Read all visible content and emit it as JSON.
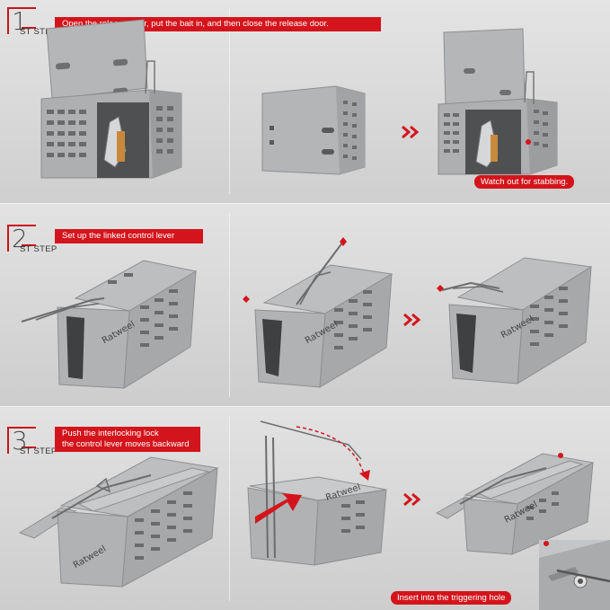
{
  "steps": [
    {
      "number": "1",
      "label": "ST STEP",
      "instruction": "Open the release door, put the bait in, and then close the release door.",
      "callout": "Watch out for stabbing."
    },
    {
      "number": "2",
      "label": "ST STEP",
      "instruction": "Set up the linked control lever"
    },
    {
      "number": "3",
      "label": "ST STEP",
      "instruction_line1": "Push the interlocking lock",
      "instruction_line2": "the control lever moves backward",
      "callout": "Insert into the triggering hole"
    }
  ],
  "brand_text": "Ratweel",
  "colors": {
    "accent": "#d4141c",
    "metal": "#a9aaac",
    "background": "#d9d9d9"
  },
  "icons": [
    "double-chevron-right-icon"
  ]
}
